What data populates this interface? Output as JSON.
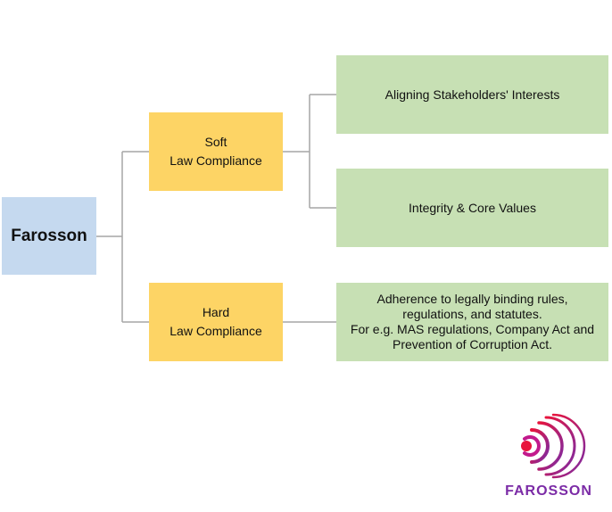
{
  "diagram": {
    "root": {
      "label": "Farosson"
    },
    "branches": [
      {
        "label_line1": "Soft",
        "label_line2": "Law Compliance",
        "children": [
          {
            "lines": [
              "Aligning Stakeholders' Interests"
            ]
          },
          {
            "lines": [
              "Integrity & Core Values"
            ]
          }
        ]
      },
      {
        "label_line1": "Hard",
        "label_line2": "Law Compliance",
        "children": [
          {
            "lines": [
              "Adherence to legally binding rules,",
              "regulations, and statutes.",
              "For e.g. MAS regulations, Company Act and",
              "Prevention of Corruption Act."
            ]
          }
        ]
      }
    ]
  },
  "logo": {
    "text": "FAROSSON",
    "icon": "concentric-arcs-logo-icon"
  },
  "colors": {
    "root_fill": "#c5d9ef",
    "branch_fill": "#fdd465",
    "leaf_fill": "#c7e0b4",
    "connector": "#a6a6a6",
    "logo_purple": "#7b2ba6",
    "logo_red": "#e8143c",
    "logo_magenta": "#c21a8c"
  }
}
